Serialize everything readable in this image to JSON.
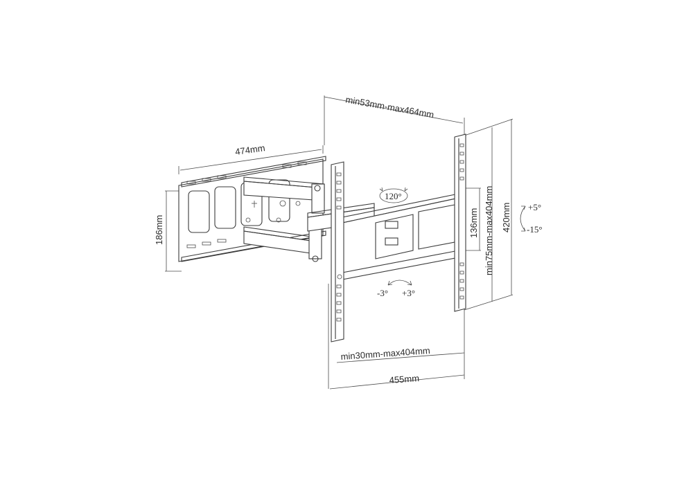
{
  "dimensions": {
    "arm_extension": "min53mm-max464mm",
    "wall_plate_width": "474mm",
    "wall_plate_height": "186mm",
    "tv_arm_width": "455mm",
    "horizontal_vesa": "min30mm-max404mm",
    "vertical_vesa": "min75mm-max404mm",
    "arm_height": "420mm",
    "rail_spacing": "136mm"
  },
  "angles": {
    "swivel": "120°",
    "tilt_up": "+5°",
    "tilt_down": "-15°",
    "rotate_left": "-3°",
    "rotate_right": "+3°"
  }
}
